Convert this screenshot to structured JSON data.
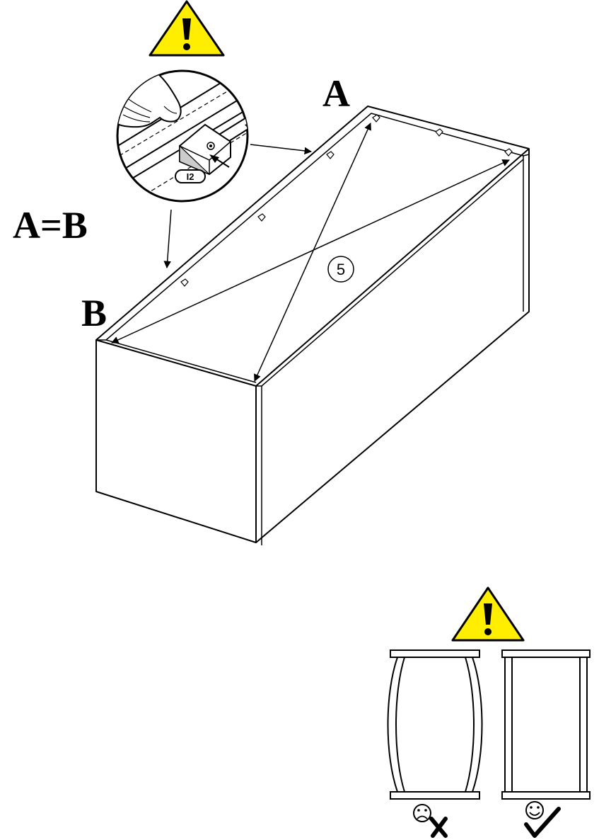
{
  "labels": {
    "corner_a": "A",
    "corner_b": "B",
    "equation": "A=B",
    "step_number": "5",
    "part_code": "I2"
  },
  "icons": {
    "warning": "warning-triangle-icon",
    "wrong": "sad-face-cross-icon",
    "correct": "smiley-check-icon"
  },
  "colors": {
    "warning_fill": "#ffee00",
    "line": "#000000",
    "background": "#ffffff"
  }
}
